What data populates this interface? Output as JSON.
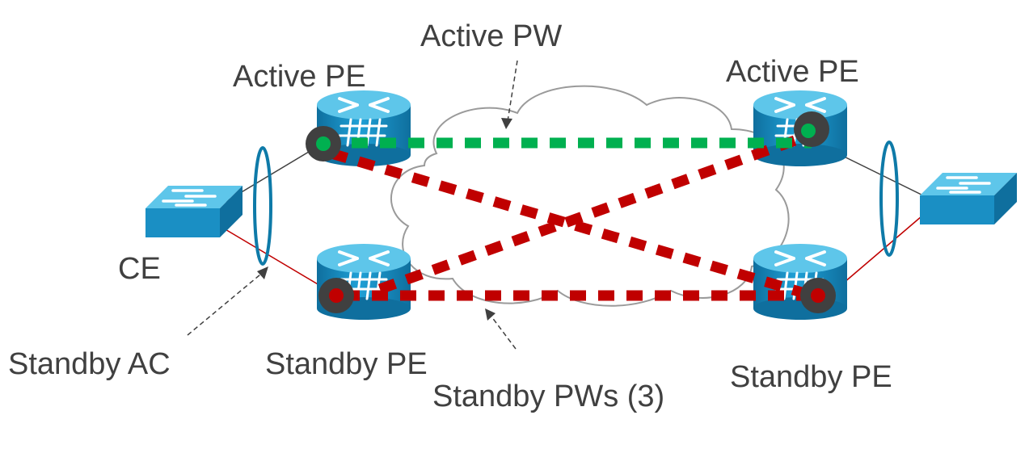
{
  "labels": {
    "active_pw": "Active PW",
    "active_pe_left": "Active PE",
    "active_pe_right": "Active PE",
    "ce": "CE",
    "standby_ac": "Standby AC",
    "standby_pe_left": "Standby PE",
    "standby_pe_right": "Standby PE",
    "standby_pws": "Standby PWs (3)"
  },
  "colors": {
    "active_pw": "#00b050",
    "standby_pw": "#c00000",
    "router_body": "#1a8fc4",
    "router_top": "#5ec6ea",
    "switch_body": "#1a8fc4",
    "ac_ellipse": "#0e7aa8",
    "cloud_stroke": "#9a9a9a",
    "attachment_active": "#404040",
    "attachment_standby": "#c00000",
    "label_text": "#404040"
  },
  "icons": {
    "pe_routers": "router-icon",
    "ce_switches": "switch-icon",
    "network": "cloud-icon"
  }
}
